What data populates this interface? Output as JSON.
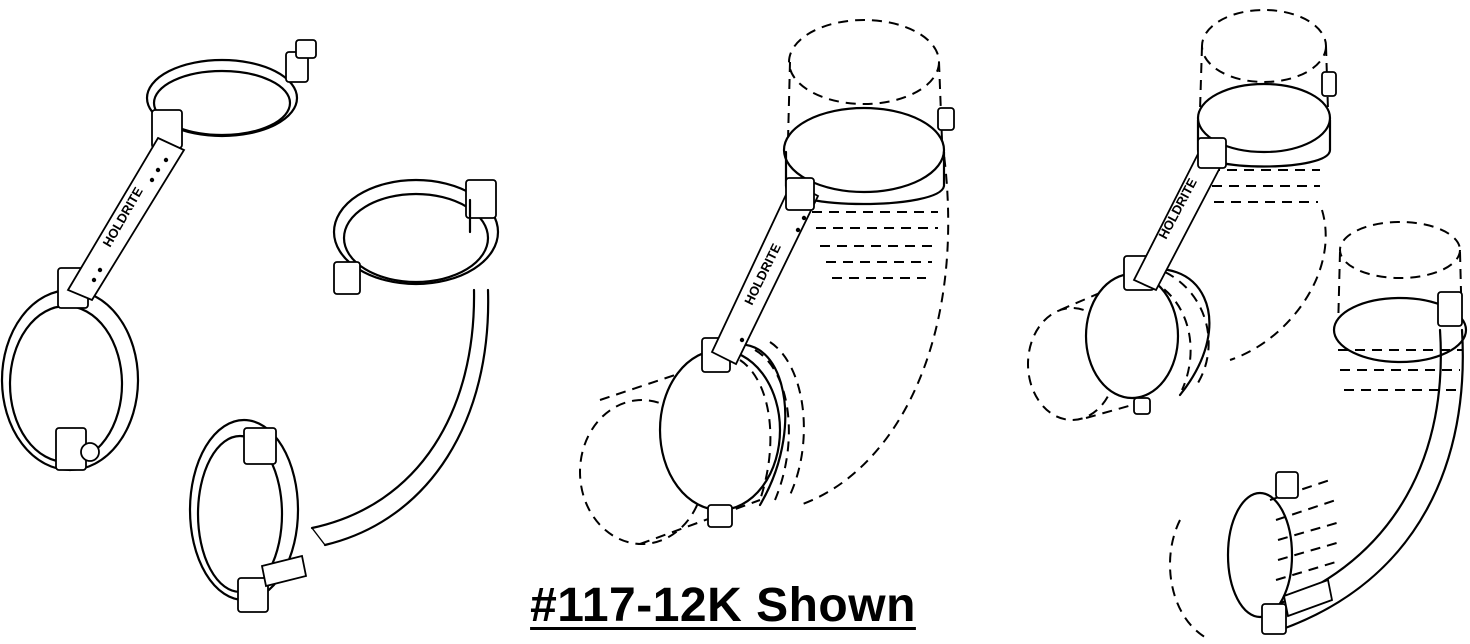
{
  "caption": "#117-12K Shown",
  "brand_label": "HOLDRITE",
  "views": [
    {
      "name": "exploded-hardware"
    },
    {
      "name": "assembled-on-elbow"
    },
    {
      "name": "assembled-alternate-orientation"
    }
  ]
}
